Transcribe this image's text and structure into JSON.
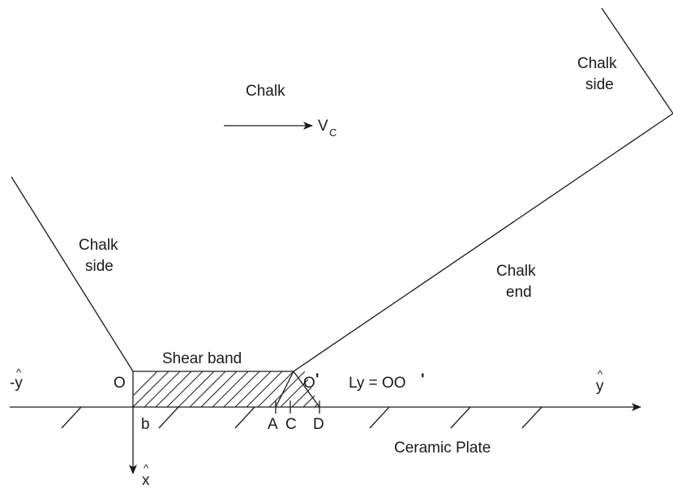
{
  "labels": {
    "chalk": "Chalk",
    "velocity": "V",
    "velocity_sub": "C",
    "chalk_side_right_1": "Chalk",
    "chalk_side_right_2": "side",
    "chalk_side_left_1": "Chalk",
    "chalk_side_left_2": "side",
    "chalk_end_1": "Chalk",
    "chalk_end_2": "end",
    "shear_band": "Shear band",
    "origin": "O",
    "origin_prime": "O",
    "prime_mark": "'",
    "ly_eq": "Ly = OO",
    "ly_prime": "'",
    "neg_y": "-y",
    "y_axis": "y",
    "x_axis": "x",
    "hat": "^",
    "point_b": "b",
    "point_a": "A",
    "point_c": "C",
    "point_d": "D",
    "ceramic_plate": "Ceramic Plate"
  }
}
